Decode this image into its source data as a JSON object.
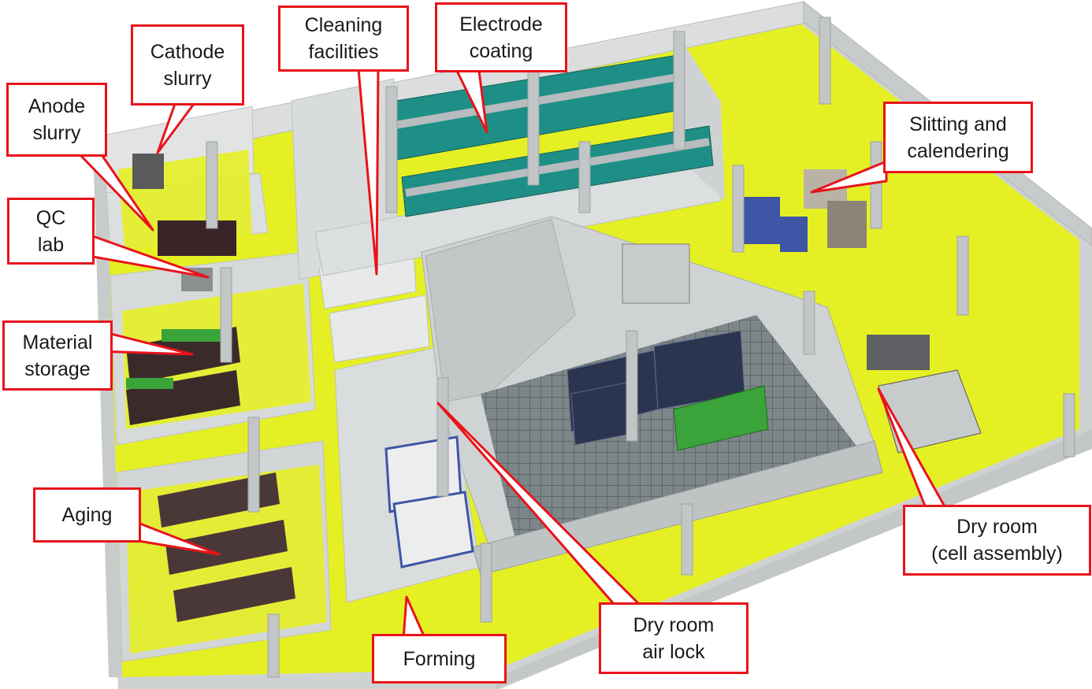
{
  "colors": {
    "callout_border": "#e8141b",
    "floor": "#e5f024",
    "wall": "#d9dbdb",
    "equipment_teal": "#1e8f86",
    "cell_cabinet": "#2b3550",
    "rack_green": "#3aa33a"
  },
  "labels": {
    "cathode_slurry": "Cathode\nslurry",
    "anode_slurry": "Anode\nslurry",
    "cleaning_facilities": "Cleaning\nfacilities",
    "electrode_coating": "Electrode\ncoating",
    "slitting_calendering": "Slitting and\ncalendering",
    "qc_lab": "QC\nlab",
    "material_storage": "Material\nstorage",
    "aging": "Aging",
    "forming": "Forming",
    "dry_room_air_lock": "Dry room\nair lock",
    "dry_room_cell_assembly": "Dry room\n(cell assembly)"
  },
  "icons": {
    "callout_pointer": "callout-pointer-icon"
  }
}
